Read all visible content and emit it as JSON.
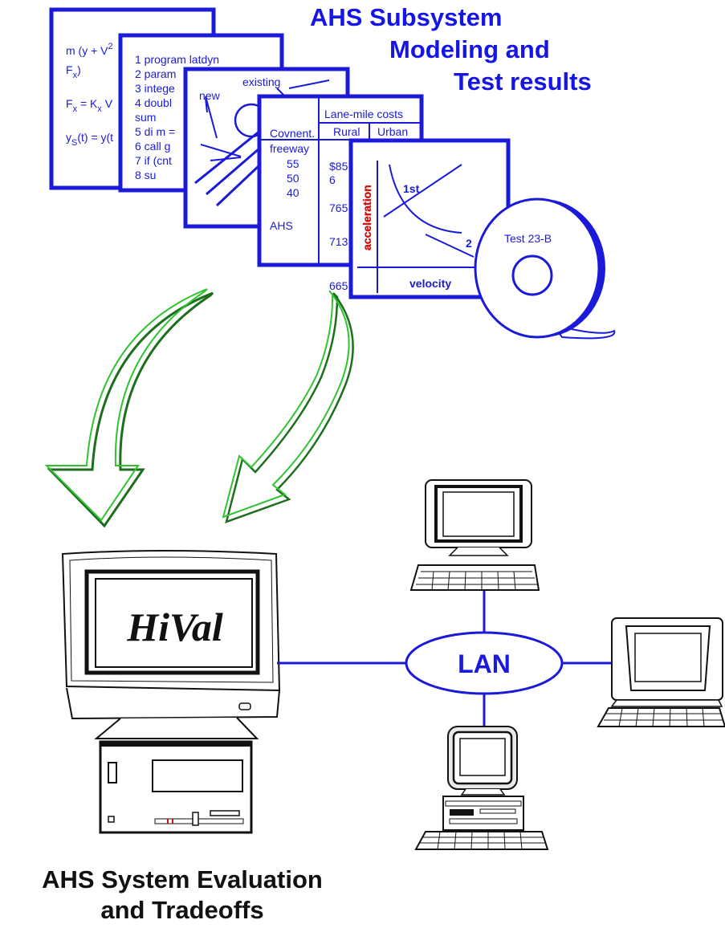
{
  "header": {
    "title_lines": [
      "AHS Subsystem",
      "Modeling and",
      "Test results"
    ]
  },
  "card_equations": {
    "lines": [
      "m (y + V",
      "F",
      "F",
      " = K",
      " V",
      "y",
      "(t) = y(t"
    ],
    "superscript": "2",
    "subscripts": [
      "x",
      "x",
      "x",
      "S"
    ],
    "close_paren": ")"
  },
  "card_code": {
    "lines": [
      "1   program latdyn",
      "2   param",
      "3   intege",
      "4   doubl",
      "sum",
      "5   di m =",
      "6   call g",
      "7   if (cnt",
      "8        su"
    ]
  },
  "card_sketch": {
    "label_existing": "existing",
    "label_new": "new"
  },
  "card_table": {
    "header": "Lane-mile costs",
    "columns": [
      "Rural",
      "Urban"
    ],
    "row_label_lines": [
      "Covnent.",
      "freeway"
    ],
    "speeds": [
      "55",
      "50",
      "40"
    ],
    "ahs_label": "AHS",
    "values": [
      "$85",
      "6",
      "765",
      "713",
      "665"
    ]
  },
  "card_graph": {
    "curve_label_1": "1st",
    "curve_label_2": "2",
    "x_axis_label": "velocity",
    "y_axis_label": "acceleration"
  },
  "tape_reel": {
    "label": "Test 23-B"
  },
  "main_workstation": {
    "screen_label": "HiVal"
  },
  "network": {
    "hub_label": "LAN"
  },
  "footer": {
    "caption_lines": [
      "AHS System Evaluation",
      "and Tradeoffs"
    ]
  },
  "colors": {
    "accent_blue": "#1a1ad8",
    "arrow_green": "#2fc42f",
    "arrow_dark_green": "#1d6e1d",
    "text_black": "#111111",
    "tape_red": "#cc1111"
  }
}
